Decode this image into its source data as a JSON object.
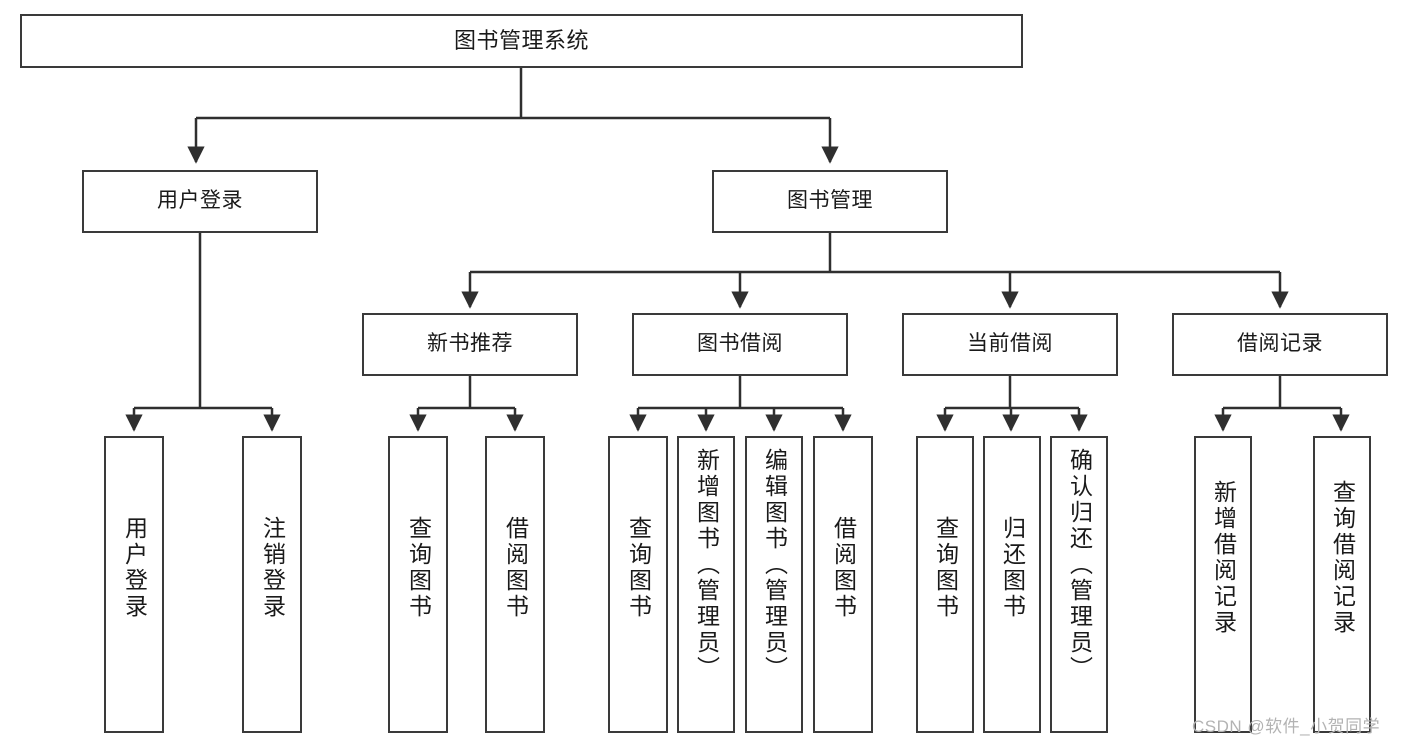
{
  "diagram": {
    "title_node": {
      "id": "root",
      "label": "图书管理系统"
    },
    "level1": [
      {
        "id": "user-login",
        "label": "用户登录"
      },
      {
        "id": "book-management",
        "label": "图书管理"
      }
    ],
    "level2": [
      {
        "id": "new-book-recommend",
        "label": "新书推荐"
      },
      {
        "id": "book-borrow",
        "label": "图书借阅"
      },
      {
        "id": "current-borrow",
        "label": "当前借阅"
      },
      {
        "id": "borrow-record",
        "label": "借阅记录"
      }
    ],
    "leaves": [
      {
        "id": "leaf-user-login",
        "label": "用户登录",
        "parent": "user-login"
      },
      {
        "id": "leaf-logout",
        "label": "注销登录",
        "parent": "user-login"
      },
      {
        "id": "leaf-query-book-1",
        "label": "查询图书",
        "parent": "new-book-recommend"
      },
      {
        "id": "leaf-borrow-book-1",
        "label": "借阅图书",
        "parent": "new-book-recommend"
      },
      {
        "id": "leaf-query-book-2",
        "label": "查询图书",
        "parent": "book-borrow"
      },
      {
        "id": "leaf-add-book",
        "label": "新增图书（管理员）",
        "parent": "book-borrow"
      },
      {
        "id": "leaf-edit-book",
        "label": "编辑图书（管理员）",
        "parent": "book-borrow"
      },
      {
        "id": "leaf-borrow-book-2",
        "label": "借阅图书",
        "parent": "book-borrow"
      },
      {
        "id": "leaf-query-book-3",
        "label": "查询图书",
        "parent": "current-borrow"
      },
      {
        "id": "leaf-return-book",
        "label": "归还图书",
        "parent": "current-borrow"
      },
      {
        "id": "leaf-confirm-return",
        "label": "确认归还（管理员）",
        "parent": "current-borrow"
      },
      {
        "id": "leaf-add-record",
        "label": "新增借阅记录",
        "parent": "borrow-record"
      },
      {
        "id": "leaf-query-record",
        "label": "查询借阅记录",
        "parent": "borrow-record"
      }
    ],
    "colors": {
      "border": "#3a3a3a",
      "text": "#1a1a1a",
      "background": "#ffffff",
      "connector": "#2f2f2f",
      "watermark": "#b3b3b3"
    }
  },
  "watermark": {
    "text": "CSDN @软件_小贺同学"
  }
}
